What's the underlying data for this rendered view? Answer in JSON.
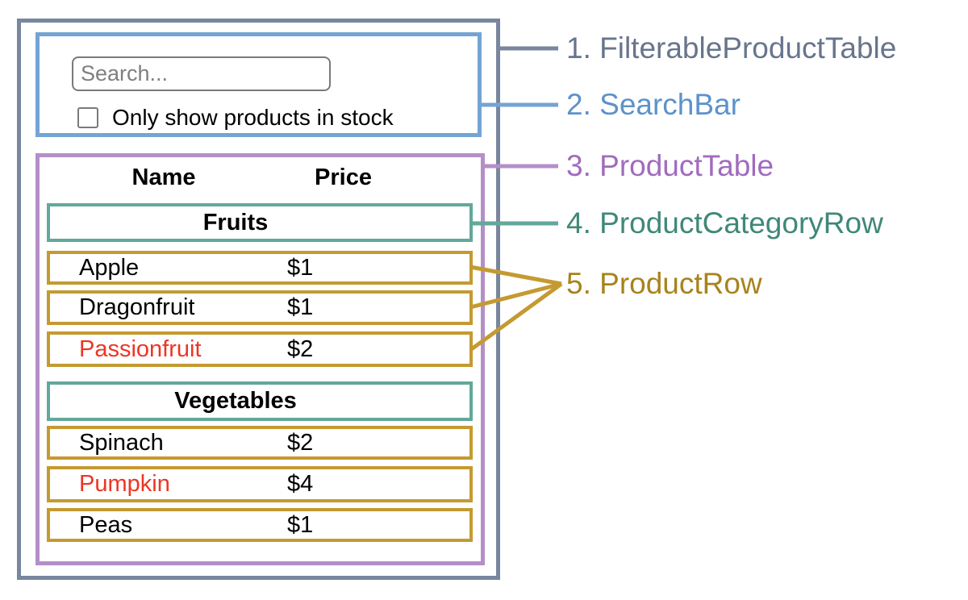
{
  "app": {
    "search_bar": {
      "search_placeholder": "Search...",
      "checkbox_label": "Only show products in stock"
    },
    "product_table": {
      "columns": [
        "Name",
        "Price"
      ],
      "sections": [
        {
          "category": "Fruits",
          "rows": [
            {
              "name": "Apple",
              "price": "$1",
              "in_stock": true
            },
            {
              "name": "Dragonfruit",
              "price": "$1",
              "in_stock": true
            },
            {
              "name": "Passionfruit",
              "price": "$2",
              "in_stock": false
            }
          ]
        },
        {
          "category": "Vegetables",
          "rows": [
            {
              "name": "Spinach",
              "price": "$2",
              "in_stock": true
            },
            {
              "name": "Pumpkin",
              "price": "$4",
              "in_stock": false
            },
            {
              "name": "Peas",
              "price": "$1",
              "in_stock": true
            }
          ]
        }
      ]
    },
    "legend": [
      {
        "label": "1. FilterableProductTable",
        "color": "#67758c"
      },
      {
        "label": "2. SearchBar",
        "color": "#5d92cb"
      },
      {
        "label": "3. ProductTable",
        "color": "#a06cbe"
      },
      {
        "label": "4. ProductCategoryRow",
        "color": "#3f8878"
      },
      {
        "label": "5. ProductRow",
        "color": "#a8831d"
      }
    ],
    "colors": {
      "filterable_product_table_border": "#78869e",
      "search_bar_border": "#74a4d4",
      "product_table_border": "#b48fc7",
      "product_category_row_border": "#62a89b",
      "product_row_border": "#c49a31",
      "out_of_stock_text": "#ee3524"
    }
  }
}
